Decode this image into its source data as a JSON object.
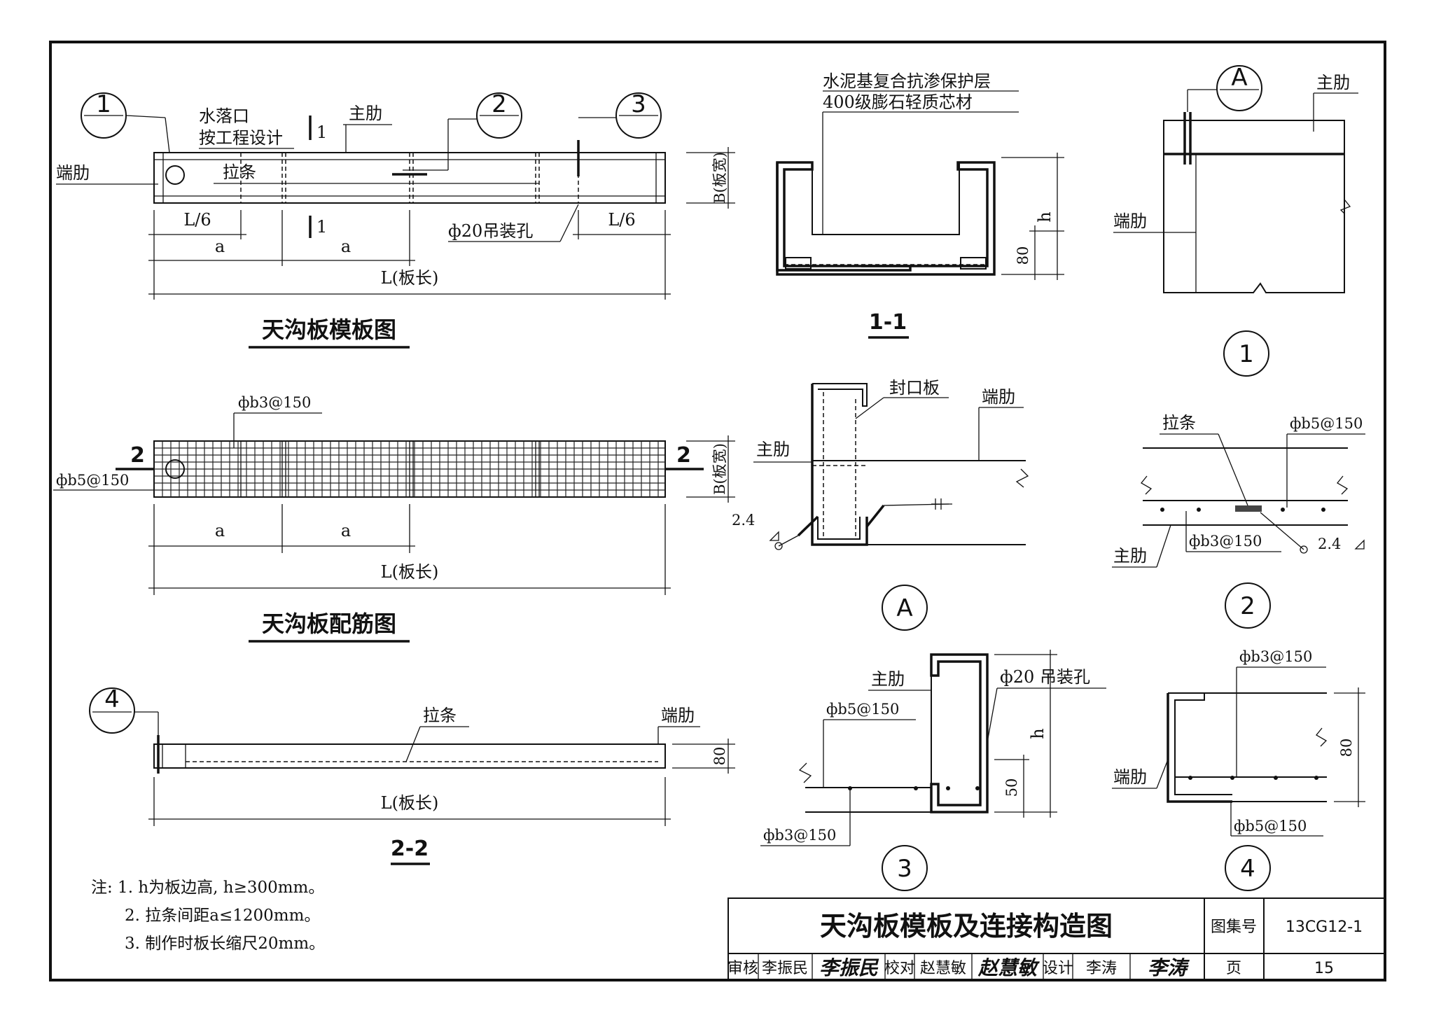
{
  "drawing": {
    "plan": {
      "title": "天沟板模板图",
      "callouts": [
        "1",
        "2",
        "3"
      ],
      "outlet_label_1": "水落口",
      "outlet_label_2": "按工程设计",
      "main_rib": "主肋",
      "end_rib": "端肋",
      "tie": "拉条",
      "section_mark": "1",
      "width_label": "B(板宽)",
      "dim_l6": "L/6",
      "dim_a": "a",
      "dim_length": "L(板长)",
      "lifting_hole": "ф20吊装孔"
    },
    "section_1_1": {
      "title": "1-1",
      "layer_1": "水泥基复合抗渗保护层",
      "layer_2": "400级膨石轻质芯材",
      "dim_h": "h",
      "dim_80": "80"
    },
    "detail_1": {
      "title": "1",
      "callout": "A",
      "main_rib": "主肋",
      "end_rib": "端肋"
    },
    "rebar_plan": {
      "title": "天沟板配筋图",
      "rebar_top": "фb3@150",
      "rebar_left": "фb5@150",
      "section_mark": "2",
      "width_label": "B(板宽)",
      "dim_a": "a",
      "dim_length": "L(板长)"
    },
    "detail_A": {
      "title": "A",
      "seal_plate": "封口板",
      "end_rib": "端肋",
      "main_rib": "主肋",
      "weld": "2.4"
    },
    "detail_2": {
      "title": "2",
      "tie": "拉条",
      "rebar_top": "фb5@150",
      "rebar_bottom": "фb3@150",
      "main_rib": "主肋",
      "weld": "2.4"
    },
    "section_2_2": {
      "title": "2-2",
      "callout": "4",
      "tie": "拉条",
      "end_rib": "端肋",
      "dim_80": "80",
      "dim_length": "L(板长)"
    },
    "detail_3": {
      "title": "3",
      "main_rib": "主肋",
      "lifting_hole": "ф20 吊装孔",
      "rebar_top": "фb5@150",
      "rebar_bottom": "фb3@150",
      "dim_h": "h",
      "dim_50": "50"
    },
    "detail_4": {
      "title": "4",
      "rebar_top": "фb3@150",
      "rebar_bottom": "фb5@150",
      "end_rib": "端肋",
      "dim_80": "80"
    },
    "notes": {
      "line_1": "注: 1. h为板边高, h≥300mm。",
      "line_2": "2. 拉条间距a≤1200mm。",
      "line_3": "3. 制作时板长缩尺20mm。"
    }
  },
  "title_block": {
    "drawing_title": "天沟板模板及连接构造图",
    "atlas_label": "图集号",
    "atlas_no": "13CG12-1",
    "review_label": "审核",
    "review_name": "李振民",
    "review_sig": "李振民",
    "check_label": "校对",
    "check_name": "赵慧敏",
    "check_sig": "赵慧敏",
    "design_label": "设计",
    "design_name": "李涛",
    "design_sig": "李涛",
    "page_label": "页",
    "page_no": "15"
  }
}
